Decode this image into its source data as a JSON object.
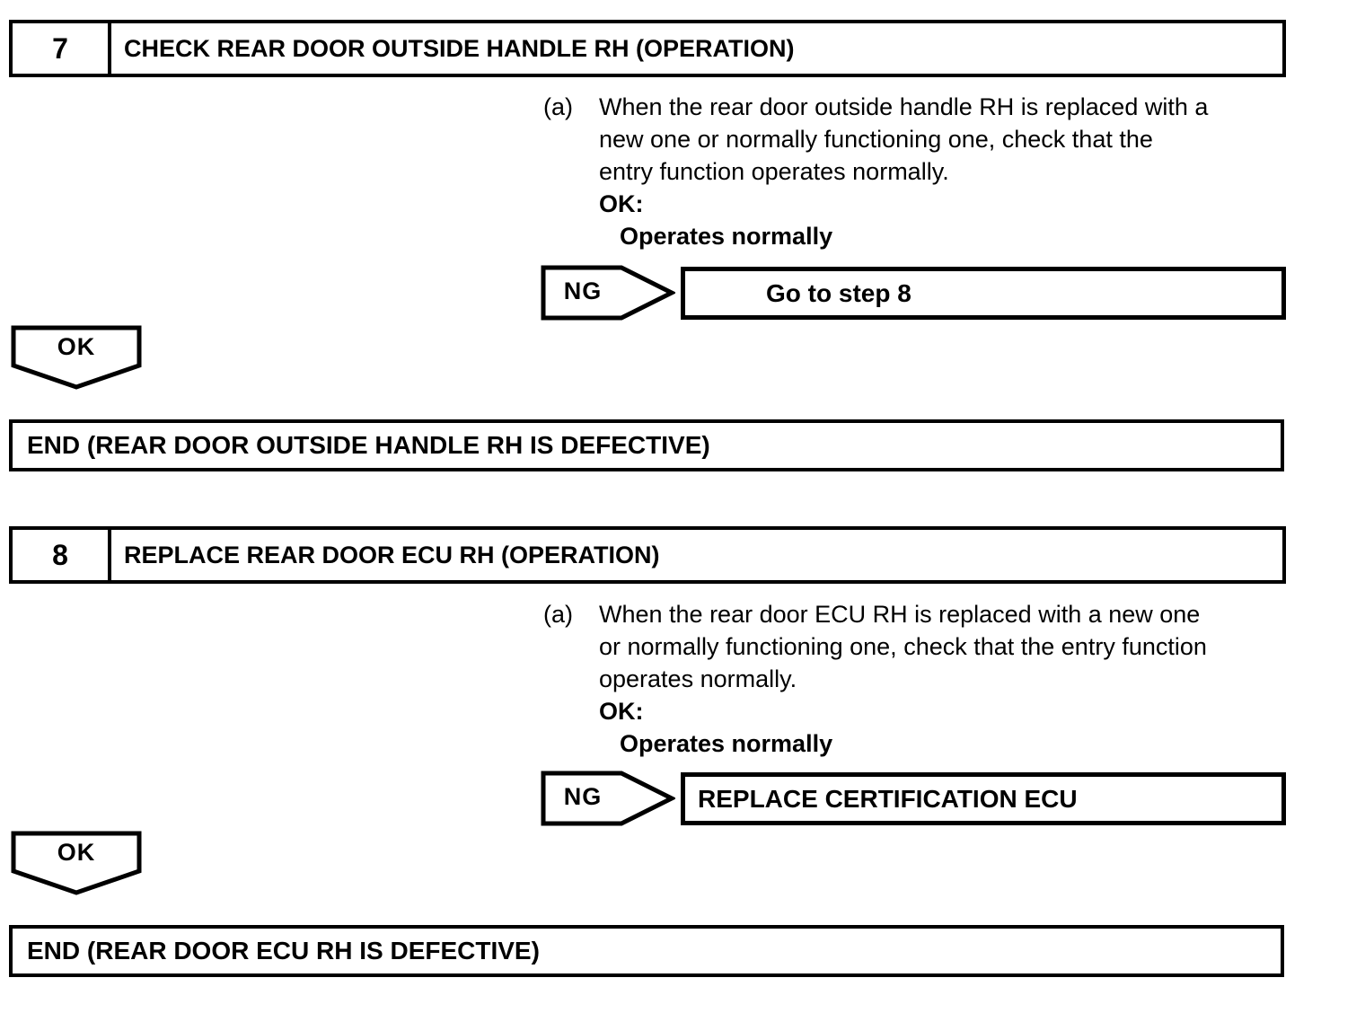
{
  "colors": {
    "ink": "#000000",
    "paper": "#ffffff"
  },
  "steps": [
    {
      "number": "7",
      "title": "CHECK REAR DOOR OUTSIDE HANDLE RH (OPERATION)",
      "item_label": "(a)",
      "item_lines": [
        "When the rear door outside handle RH is replaced with a",
        "new one or normally functioning one, check that the",
        "entry function operates normally."
      ],
      "ok_label": "OK:",
      "ok_condition": "Operates normally",
      "ng_label": "NG",
      "ng_action": "Go to step 8",
      "ok_connector": "OK",
      "end_text": "END (REAR DOOR OUTSIDE HANDLE RH IS DEFECTIVE)"
    },
    {
      "number": "8",
      "title": "REPLACE REAR DOOR ECU RH (OPERATION)",
      "item_label": "(a)",
      "item_lines": [
        "When the rear door ECU RH is replaced with a new one",
        "or normally functioning one, check that the entry function",
        "operates normally."
      ],
      "ok_label": "OK:",
      "ok_condition": "Operates normally",
      "ng_label": "NG",
      "ng_action": "REPLACE CERTIFICATION ECU",
      "ok_connector": "OK",
      "end_text": "END (REAR DOOR ECU RH IS DEFECTIVE)"
    }
  ]
}
